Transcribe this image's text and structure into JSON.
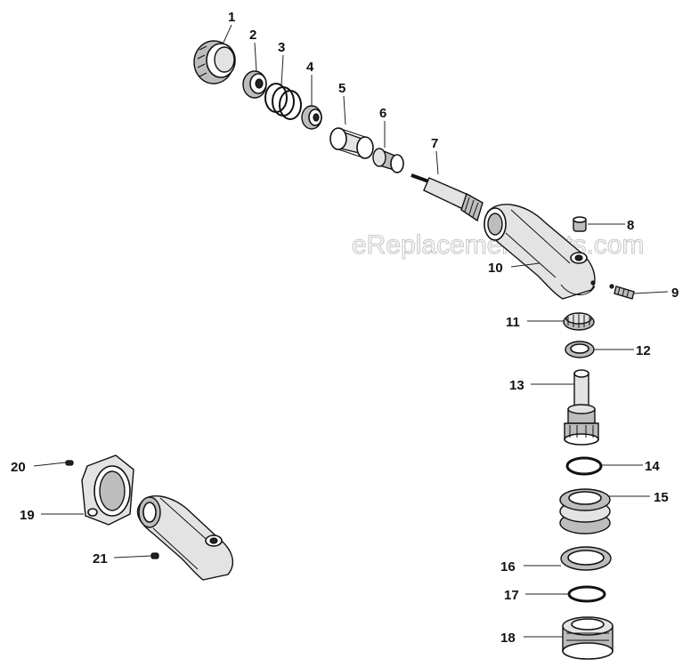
{
  "watermark": "eReplacementParts.com",
  "parts": [
    {
      "id": "1",
      "name": "part-1"
    },
    {
      "id": "2",
      "name": "part-2"
    },
    {
      "id": "3",
      "name": "part-3"
    },
    {
      "id": "4",
      "name": "part-4"
    },
    {
      "id": "5",
      "name": "part-5"
    },
    {
      "id": "6",
      "name": "part-6"
    },
    {
      "id": "7",
      "name": "part-7"
    },
    {
      "id": "8",
      "name": "part-8"
    },
    {
      "id": "9",
      "name": "part-9"
    },
    {
      "id": "10",
      "name": "part-10"
    },
    {
      "id": "11",
      "name": "part-11"
    },
    {
      "id": "12",
      "name": "part-12"
    },
    {
      "id": "13",
      "name": "part-13"
    },
    {
      "id": "14",
      "name": "part-14"
    },
    {
      "id": "15",
      "name": "part-15"
    },
    {
      "id": "16",
      "name": "part-16"
    },
    {
      "id": "17",
      "name": "part-17"
    },
    {
      "id": "18",
      "name": "part-18"
    },
    {
      "id": "19",
      "name": "part-19"
    },
    {
      "id": "20",
      "name": "part-20"
    },
    {
      "id": "21",
      "name": "part-21"
    }
  ]
}
